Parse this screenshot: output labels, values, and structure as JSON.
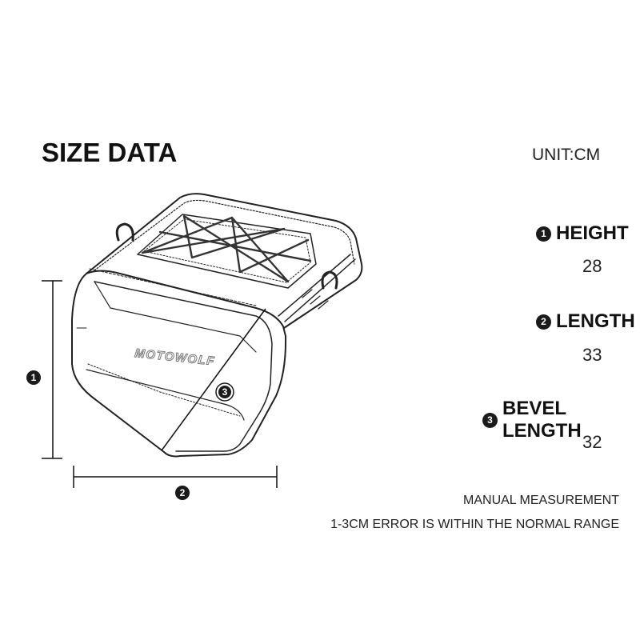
{
  "header": {
    "title": "SIZE DATA",
    "unit": "UNIT:CM"
  },
  "specs": [
    {
      "number": "1",
      "label": "HEIGHT",
      "value": "28"
    },
    {
      "number": "2",
      "label": "LENGTH",
      "value": "33"
    },
    {
      "number": "3",
      "label": "BEVEL LENGTH",
      "value": "32"
    }
  ],
  "notes": {
    "line1": "MANUAL MEASUREMENT",
    "line2": "1-3CM ERROR IS WITHIN THE NORMAL RANGE"
  },
  "product": {
    "brand": "MOTOWOLF"
  },
  "dimension_markers": {
    "height": "1",
    "length": "2",
    "bevel": "3"
  }
}
